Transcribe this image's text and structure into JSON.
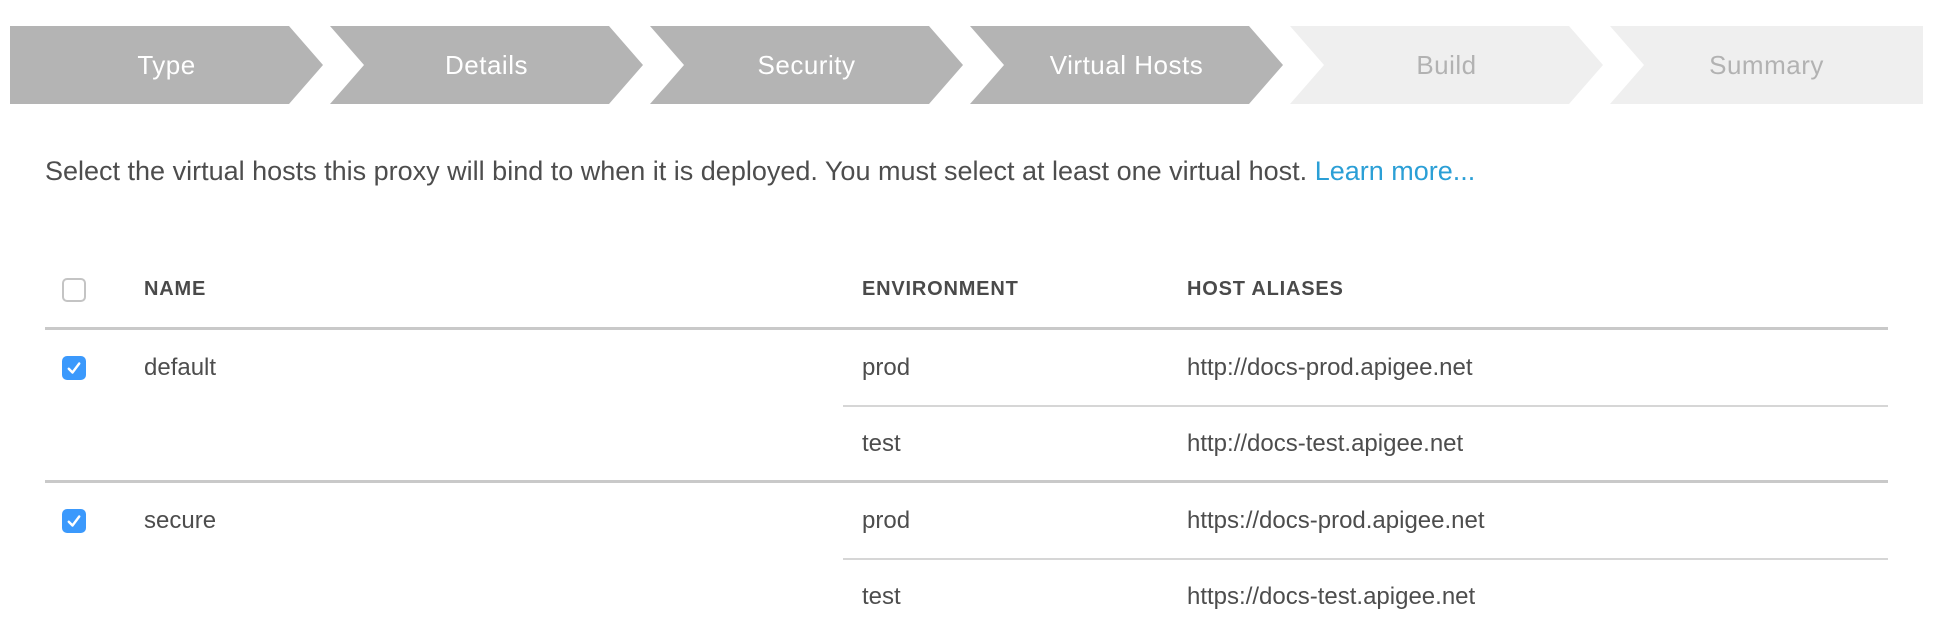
{
  "stepper": {
    "steps": [
      {
        "label": "Type",
        "state": "complete"
      },
      {
        "label": "Details",
        "state": "complete"
      },
      {
        "label": "Security",
        "state": "complete"
      },
      {
        "label": "Virtual Hosts",
        "state": "current"
      },
      {
        "label": "Build",
        "state": "upcoming"
      },
      {
        "label": "Summary",
        "state": "upcoming"
      }
    ]
  },
  "intro": {
    "text": "Select the virtual hosts this proxy will bind to when it is deployed. You must select at least one virtual host.",
    "link": "Learn more..."
  },
  "table": {
    "select_all": {
      "checked": false
    },
    "headers": {
      "name": "NAME",
      "environment": "ENVIRONMENT",
      "host_aliases": "HOST ALIASES"
    },
    "rows": [
      {
        "name": "default",
        "checked": true,
        "bindings": [
          {
            "environment": "prod",
            "host_alias": "http://docs-prod.apigee.net"
          },
          {
            "environment": "test",
            "host_alias": "http://docs-test.apigee.net"
          }
        ]
      },
      {
        "name": "secure",
        "checked": true,
        "bindings": [
          {
            "environment": "prod",
            "host_alias": "https://docs-prod.apigee.net"
          },
          {
            "environment": "test",
            "host_alias": "https://docs-test.apigee.net"
          }
        ]
      }
    ]
  },
  "colors": {
    "link_blue": "#2b9fd6",
    "checkbox_blue": "#3b99fc",
    "step_active_bg": "#b4b4b4",
    "step_active_text": "#ffffff",
    "step_upcoming_bg": "#efefef",
    "step_upcoming_text": "#b2b2b2",
    "divider": "#c9c9c9",
    "text": "#4d4d4d"
  }
}
